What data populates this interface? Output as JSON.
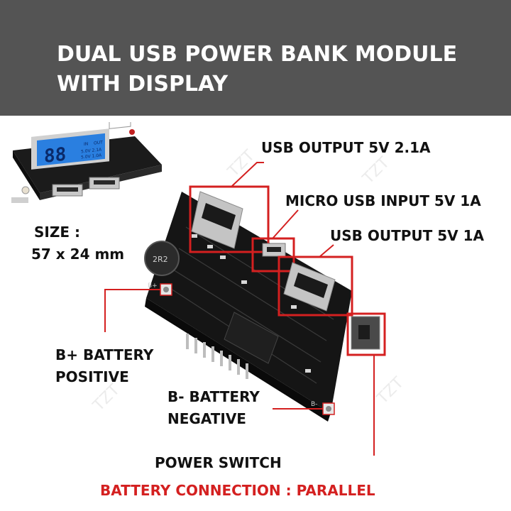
{
  "header": {
    "title_line1": "DUAL USB POWER BANK MODULE",
    "title_line2": "WITH DISPLAY"
  },
  "size": {
    "label": "SIZE :",
    "value": "57 x 24 mm"
  },
  "callouts": {
    "usb_output_21a": "USB OUTPUT 5V 2.1A",
    "micro_usb_input": "MICRO USB INPUT 5V 1A",
    "usb_output_1a": "USB OUTPUT 5V 1A",
    "b_plus_line1": "B+ BATTERY",
    "b_plus_line2": "POSITIVE",
    "b_minus_line1": "B- BATTERY",
    "b_minus_line2": "NEGATIVE",
    "power_switch": "POWER SWITCH"
  },
  "footer": {
    "battery_connection": "BATTERY CONNECTION  : PARALLEL"
  },
  "board": {
    "b_plus_marking": "B+",
    "b_minus_marking": "B-",
    "inductor_marking": "2R2"
  },
  "display_thumb": {
    "digits": "88",
    "out_line": "OUT",
    "in_line": "IN",
    "volt_line1": "5.0V 2.1A",
    "volt_line2": "5.0V 1.0A"
  },
  "colors": {
    "header_bg": "#545454",
    "highlight_red": "#d42020",
    "board_black": "#151515",
    "lcd_blue": "#2a7fe0"
  }
}
